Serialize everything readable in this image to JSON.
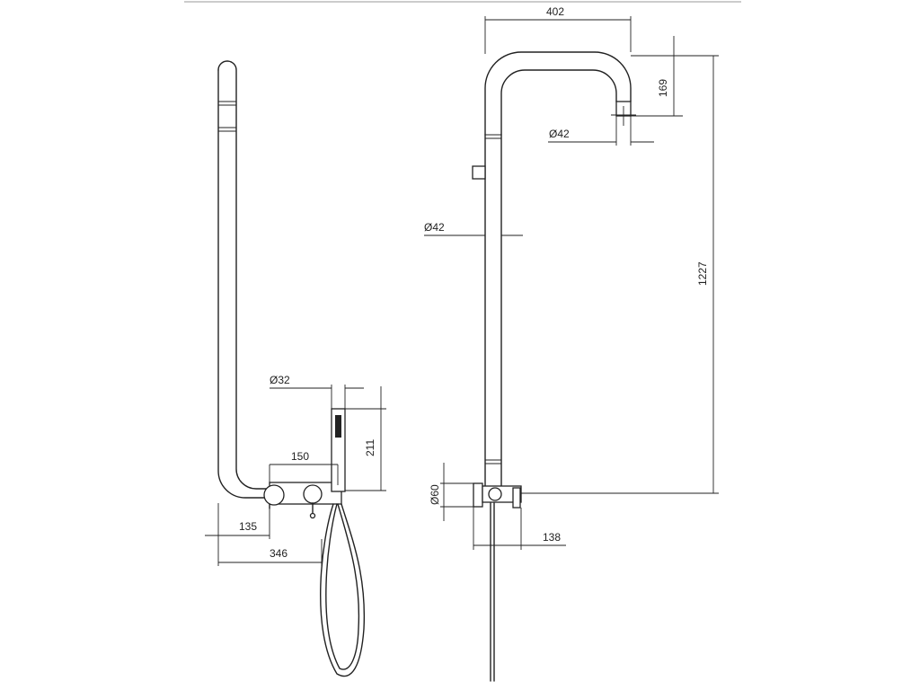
{
  "colors": {
    "line": "#222222",
    "background": "#ffffff"
  },
  "dimensions": {
    "left_view": {
      "hand_shower_diameter": "Ø32",
      "outlet_spacing": "150",
      "hand_shower_height": "211",
      "riser_to_outlet": "135",
      "overall_width": "346"
    },
    "right_view": {
      "arm_reach": "402",
      "head_drop": "169",
      "head_diameter": "Ø42",
      "pipe_diameter": "Ø42",
      "riser_height": "1227",
      "rosette_diameter": "Ø60",
      "wall_projection": "138"
    }
  }
}
